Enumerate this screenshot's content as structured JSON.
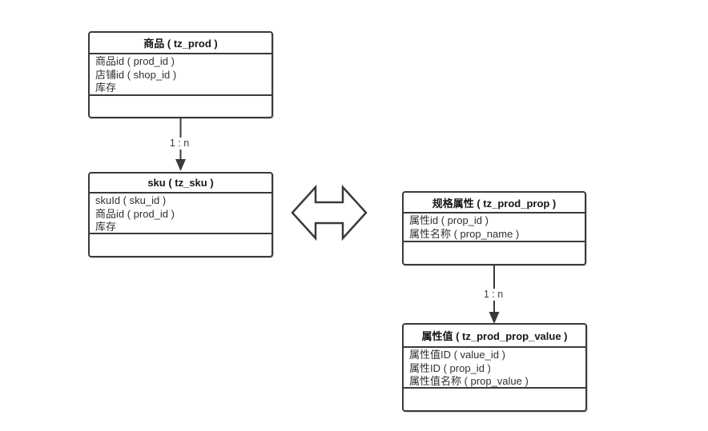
{
  "diagram": {
    "background_color": "#ffffff",
    "line_color": "#3a3a3a",
    "entities": [
      {
        "title": "商品 ( tz_prod )",
        "fields": [
          "商品id ( prod_id )",
          "店铺id ( shop_id )",
          "库存"
        ]
      },
      {
        "title": "sku ( tz_sku )",
        "fields": [
          "skuId ( sku_id )",
          "商品id ( prod_id )",
          "库存"
        ]
      },
      {
        "title": "规格属性 ( tz_prod_prop )",
        "fields": [
          "属性id ( prop_id )",
          "属性名称 ( prop_name )"
        ]
      },
      {
        "title": "属性值 ( tz_prod_prop_value )",
        "fields": [
          "属性值ID ( value_id )",
          "属性ID ( prop_id )",
          "属性值名称 ( prop_value )"
        ]
      }
    ],
    "relations": [
      {
        "label": "1 : n",
        "from": "商品 ( tz_prod )",
        "to": "sku ( tz_sku )",
        "type": "one-to-many-arrow"
      },
      {
        "label": "1 : n",
        "from": "规格属性 ( tz_prod_prop )",
        "to": "属性值 ( tz_prod_prop_value )",
        "type": "one-to-many-arrow"
      },
      {
        "label": "",
        "from": "sku ( tz_sku )",
        "to": "规格属性 ( tz_prod_prop )",
        "type": "bidirectional-arrow"
      }
    ]
  }
}
